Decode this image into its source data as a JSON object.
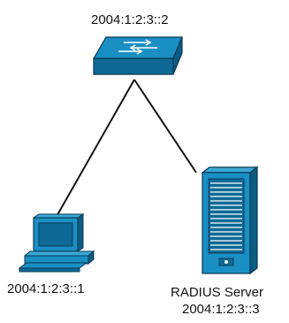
{
  "switch": {
    "address": "2004:1:2:3::2",
    "icon": "network-switch-icon"
  },
  "pc": {
    "address": "2004:1:2:3::1",
    "icon": "desktop-computer-icon"
  },
  "server": {
    "name": "RADIUS Server",
    "address": "2004:1:2:3::3",
    "icon": "server-tower-icon"
  },
  "colors": {
    "device_fill": "#1a8fc4",
    "device_dark": "#0d6a96",
    "device_stroke": "#0a3a55",
    "link": "#111111"
  }
}
